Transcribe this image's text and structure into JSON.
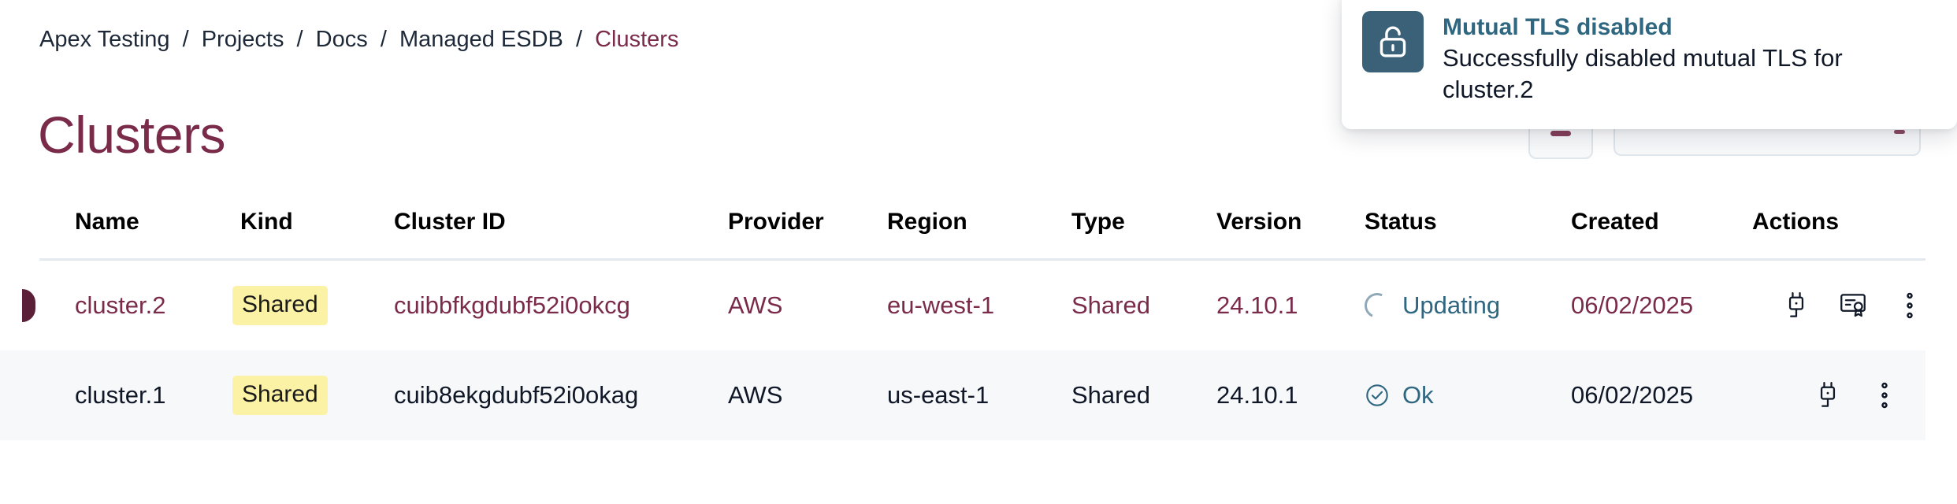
{
  "breadcrumb": {
    "separator": "/",
    "items": [
      {
        "label": "Apex Testing",
        "current": false
      },
      {
        "label": "Projects",
        "current": false
      },
      {
        "label": "Docs",
        "current": false
      },
      {
        "label": "Managed ESDB",
        "current": false
      },
      {
        "label": "Clusters",
        "current": true
      }
    ]
  },
  "page": {
    "title": "Clusters"
  },
  "toolbar": {
    "refresh_icon": "refresh-icon",
    "search_icon": "search-icon"
  },
  "table": {
    "columns": [
      {
        "key": "name",
        "label": "Name"
      },
      {
        "key": "kind",
        "label": "Kind"
      },
      {
        "key": "cluster_id",
        "label": "Cluster ID"
      },
      {
        "key": "provider",
        "label": "Provider"
      },
      {
        "key": "region",
        "label": "Region"
      },
      {
        "key": "type",
        "label": "Type"
      },
      {
        "key": "version",
        "label": "Version"
      },
      {
        "key": "status",
        "label": "Status"
      },
      {
        "key": "created",
        "label": "Created"
      },
      {
        "key": "actions",
        "label": "Actions"
      }
    ],
    "rows": [
      {
        "name": "cluster.2",
        "kind": "Shared",
        "cluster_id": "cuibbfkgdubf52i0okcg",
        "provider": "AWS",
        "region": "eu-west-1",
        "type": "Shared",
        "version": "24.10.1",
        "status": "Updating",
        "status_icon": "spinner-icon",
        "created": "06/02/2025",
        "actions": [
          "plug-icon",
          "certificate-icon",
          "more-vertical-icon"
        ]
      },
      {
        "name": "cluster.1",
        "kind": "Shared",
        "cluster_id": "cuib8ekgdubf52i0okag",
        "provider": "AWS",
        "region": "us-east-1",
        "type": "Shared",
        "version": "24.10.1",
        "status": "Ok",
        "status_icon": "check-circle-icon",
        "created": "06/02/2025",
        "actions": [
          "plug-icon",
          "more-vertical-icon"
        ]
      }
    ]
  },
  "toast": {
    "icon": "unlock-icon",
    "title": "Mutual TLS disabled",
    "message": "Successfully disabled mutual TLS for cluster.2"
  },
  "colors": {
    "accent": "#7b2b4a",
    "row_indicator": "#5c1f38",
    "badge_bg": "#fbf2a6",
    "status_blue": "#2f6680",
    "toast_icon_bg": "#3b6179",
    "alt_row_bg": "#f7f8fa",
    "divider": "#e3e9ee"
  }
}
